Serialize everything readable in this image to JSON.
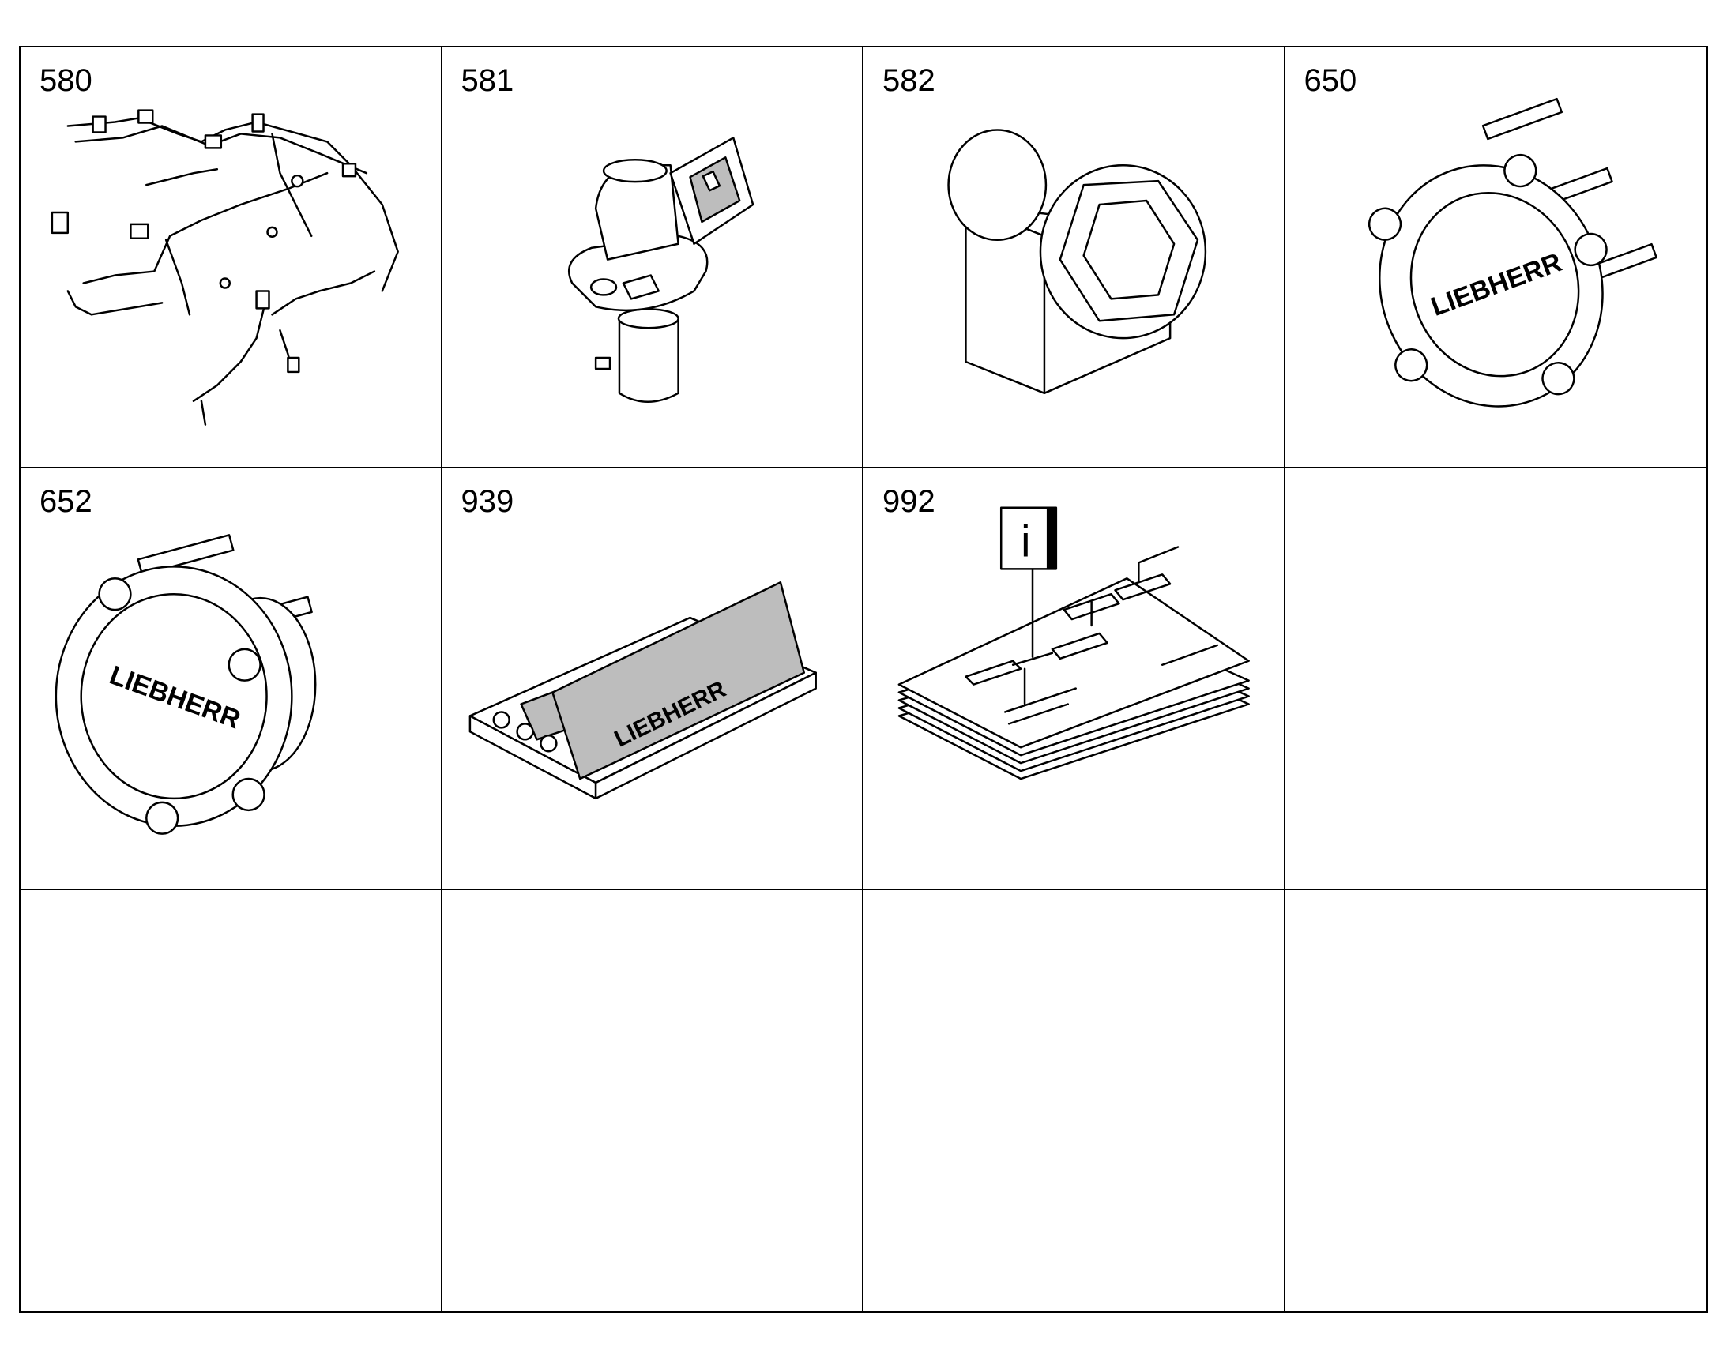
{
  "cells": [
    {
      "label": "580",
      "icon": "wiring-harness-icon"
    },
    {
      "label": "581",
      "icon": "speed-sensor-icon"
    },
    {
      "label": "582",
      "icon": "hex-plug-icon"
    },
    {
      "label": "650",
      "icon": "liebherr-flange-cover-icon"
    },
    {
      "label": "652",
      "icon": "liebherr-flange-cover-icon"
    },
    {
      "label": "939",
      "icon": "spare-parts-box-icon"
    },
    {
      "label": "992",
      "icon": "documentation-icon"
    },
    {
      "label": ""
    },
    {
      "label": ""
    },
    {
      "label": ""
    },
    {
      "label": ""
    },
    {
      "label": ""
    }
  ],
  "logo_text": "LIEBHERR",
  "info_glyph": "i"
}
